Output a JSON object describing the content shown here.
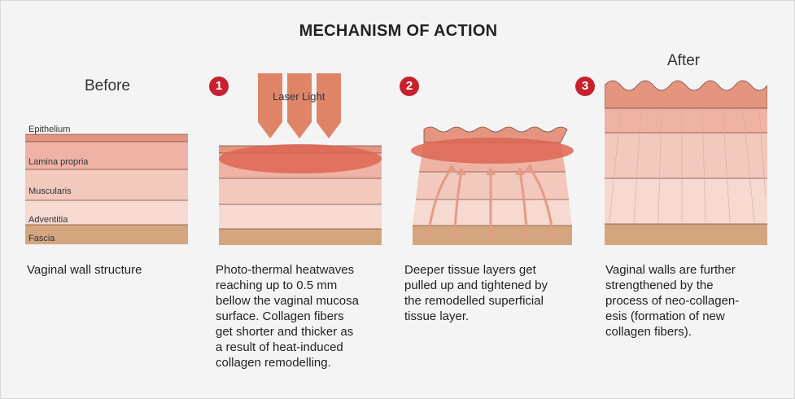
{
  "title": "MECHANISM OF ACTION",
  "headings": {
    "before": "Before",
    "after": "After"
  },
  "colors": {
    "epithelium": "#e3957f",
    "lamina": "#eeb3a4",
    "muscularis": "#f3c8bd",
    "adventitia": "#f6d9d1",
    "fascia": "#d4a67f",
    "heat": "#dd6553",
    "laser": "#e08468",
    "badge": "#c8202e",
    "background": "#f4f4f4"
  },
  "steps": [
    {
      "number": "1"
    },
    {
      "number": "2"
    },
    {
      "number": "3"
    }
  ],
  "layers": [
    "Epithelium",
    "Lamina propria",
    "Muscularis",
    "Adventitia",
    "Fascia"
  ],
  "laser_label": "Laser Light",
  "captions": {
    "before": "Vaginal wall structure",
    "step1": "Photo-thermal heatwaves\nreaching up to 0.5 mm\nbellow the vaginal mucosa\nsurface. Collagen fibers\nget shorter and thicker as\na result of heat-induced\ncollagen remodelling.",
    "step2": "Deeper tissue layers get\npulled up and tightened by\nthe remodelled superficial\ntissue layer.",
    "step3": "Vaginal walls are further\nstrengthened by the\nprocess of neo-collagen-\nesis (formation of new\ncollagen fibers)."
  }
}
